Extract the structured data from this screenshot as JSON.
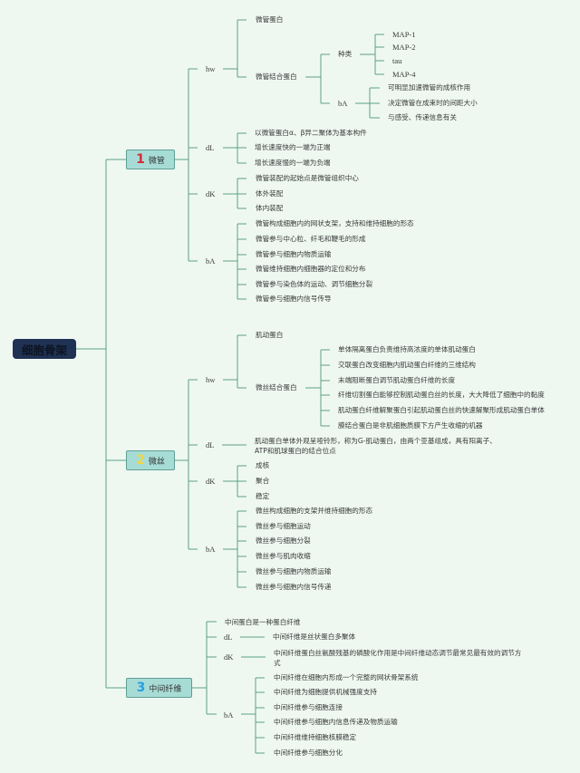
{
  "root": "细胞骨架",
  "colors": {
    "line": "#5e9f84",
    "num1": "#d42a3c",
    "num2": "#f0d64a",
    "num3": "#2a9de0"
  },
  "b0": {
    "num": "1",
    "title": "微管",
    "hw": {
      "label": "hw",
      "items": [
        "微管蛋白",
        "微管结合蛋白"
      ],
      "kinds_label": "种类",
      "kinds": [
        "MAP-1",
        "MAP-2",
        "tau",
        "MAP-4"
      ],
      "ba_label": "bA",
      "ba": [
        "可明显加速微管的成核作用",
        "决定微管在成束时的间距大小",
        "与感受、传递信息有关"
      ]
    },
    "dL": {
      "label": "dL",
      "items": [
        "以微管蛋白α、β异二聚体为基本构件",
        "增长速度快的一端为正端",
        "增长速度慢的一端为负端"
      ]
    },
    "dK": {
      "label": "dK",
      "items": [
        "微管装配的起始点是微管组织中心",
        "体外装配",
        "体内装配"
      ]
    },
    "bA": {
      "label": "bA",
      "items": [
        "微管构成细胞内的网状支架，支持和维持细胞的形态",
        "微管参与中心粒、纤毛和鞭毛的形成",
        "微管参与细胞内物质运输",
        "微管维持细胞内细胞器的定位和分布",
        "微管参与染色体的运动、调节细胞分裂",
        "微管参与细胞内信号传导"
      ]
    }
  },
  "b1": {
    "num": "2",
    "title": "微丝",
    "hw": {
      "label": "hw",
      "items": [
        "肌动蛋白",
        "微丝结合蛋白"
      ],
      "sub": [
        "单体隔离蛋白负责维持高浓度的单体肌动蛋白",
        "交联蛋白改变细胞内肌动蛋白纤维的三维结构",
        "末端阻断蛋白调节肌动蛋白纤维的长度",
        "纤维切割蛋白能够控制肌动蛋白丝的长度，大大降低了细胞中的黏度",
        "肌动蛋白纤维解聚蛋白引起肌动蛋白丝的快速解聚形成肌动蛋白单体",
        "膜结合蛋白是非肌细胞质膜下方产生收缩的机器"
      ]
    },
    "dL": {
      "label": "dL",
      "text": "肌动蛋白单体外观呈哑铃形，称为G-肌动蛋白，由两个亚基组成，具有阳离子、ATP和肌球蛋白的结合位点"
    },
    "dK": {
      "label": "dK",
      "items": [
        "成核",
        "聚合",
        "稳定"
      ]
    },
    "bA": {
      "label": "bA",
      "items": [
        "微丝构成细胞的支架并维持细胞的形态",
        "微丝参与细胞运动",
        "微丝参与细胞分裂",
        "微丝参与肌肉收缩",
        "微丝参与细胞内物质运输",
        "微丝参与细胞内信号传递"
      ]
    }
  },
  "b2": {
    "num": "3",
    "title": "中间纤维",
    "intro": "中间蛋白是一种蛋白纤维",
    "dL": {
      "label": "dL",
      "text": "中间纤维是丝状蛋白多聚体"
    },
    "dK": {
      "label": "dK",
      "text": "中间纤维蛋白丝氨酸残基的磷酸化作用是中间纤维动态调节最常见最有效的调节方式"
    },
    "bA": {
      "label": "bA",
      "items": [
        "中间纤维在细胞内形成一个完整的网状骨架系统",
        "中间纤维为细胞提供机械强度支持",
        "中间纤维参与细胞连接",
        "中间纤维参与细胞内信息传递及物质运输",
        "中间纤维维持细胞核膜稳定",
        "中间纤维参与细胞分化"
      ]
    }
  }
}
